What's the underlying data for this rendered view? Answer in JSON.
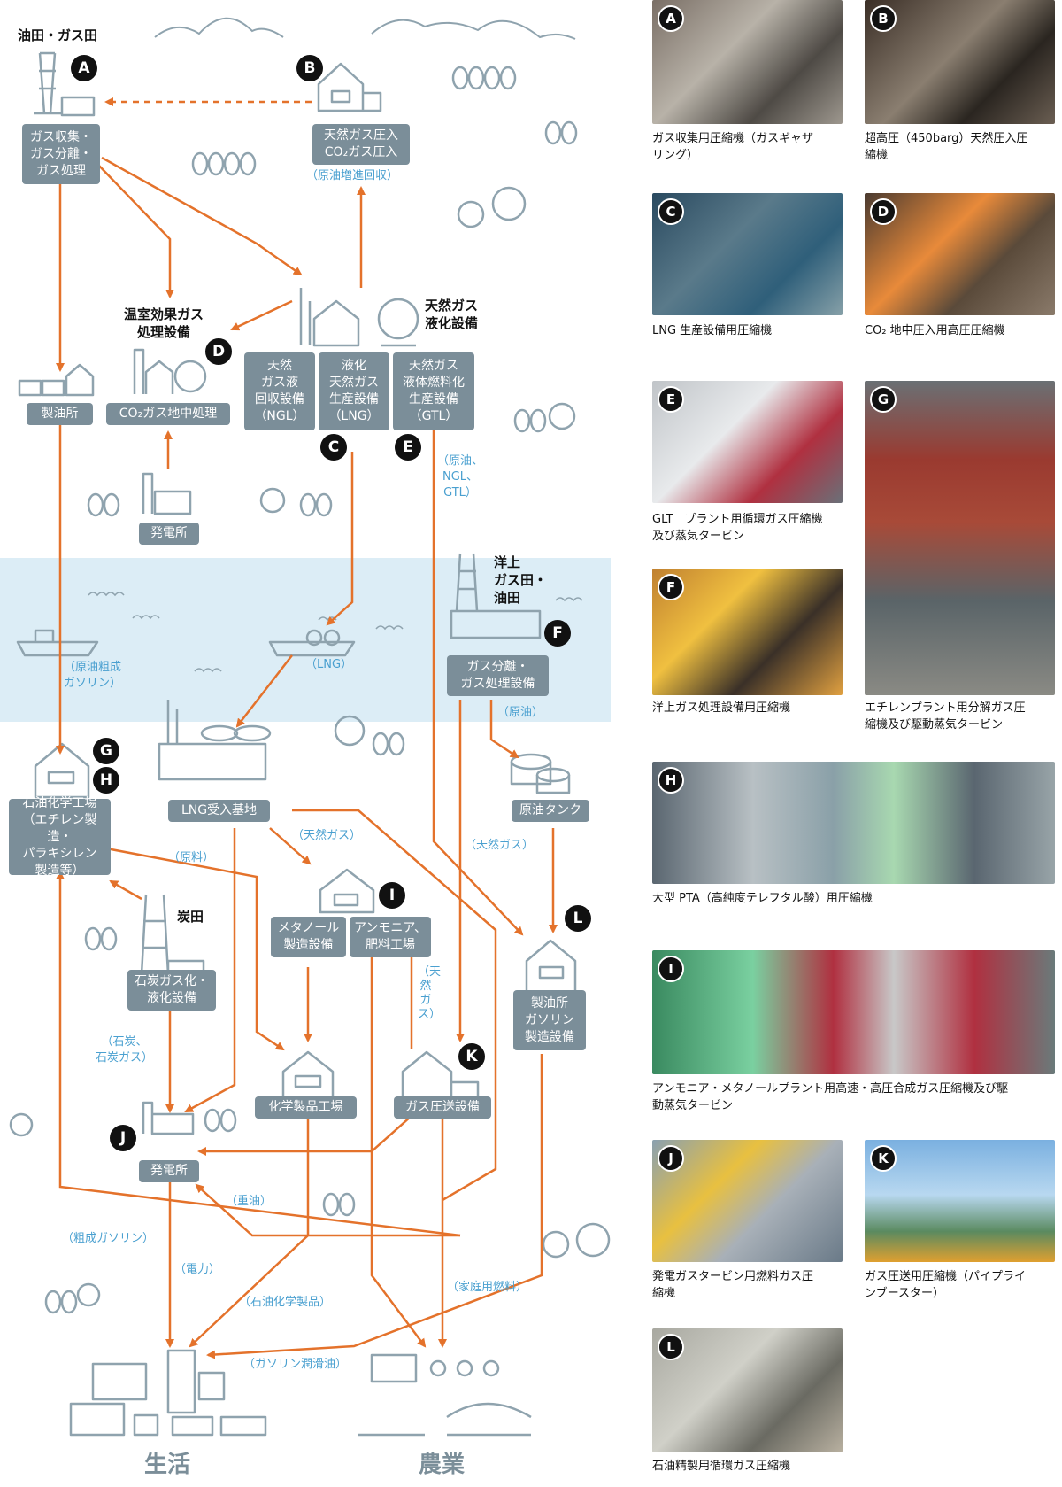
{
  "boxes": {
    "gas_process": "ガス収集・\nガス分離・\nガス処理",
    "injection": "天然ガス圧入\nCO₂ガス圧入",
    "ngl": "天然\nガス液\n回収設備\n（NGL）",
    "lng_prod": "液化\n天然ガス\n生産設備\n（LNG）",
    "gtl": "天然ガス\n液体燃料化\n生産設備\n（GTL）",
    "refinery_top": "製油所",
    "co2_storage": "CO₂ガス地中処理",
    "power_top": "発電所",
    "offshore_process": "ガス分離・\nガス処理設備",
    "petrochem": "石油化学工場\n（エチレン製造・\nパラキシレン\n製造等）",
    "lng_terminal": "LNG受入基地",
    "crude_tank": "原油タンク",
    "methanol": "メタノール\n製造設備",
    "ammonia": "アンモニア、\n肥料工場",
    "coal_gas": "石炭ガス化・\n液化設備",
    "refinery_bottom": "製油所\nガソリン\n製造設備",
    "chem_plant": "化学製品工場",
    "gas_transmission": "ガス圧送設備",
    "power_bottom": "発電所"
  },
  "labels": {
    "oilgas_field": "油田・ガス田",
    "ghg": "温室効果ガス\n処理設備",
    "lng_facility": "天然ガス\n液化設備",
    "offshore_field": "洋上\nガス田・\n油田",
    "coal_field": "炭田",
    "life": "生活",
    "agriculture": "農業"
  },
  "flows": {
    "eor": "（原油増進回収）",
    "crude_ngl_gtl": "（原油、\nNGL、\nGTL）",
    "crude_gasoline": "（原油粗成\nガソリン）",
    "lng": "（LNG）",
    "crude": "（原油）",
    "natgas1": "（天然ガス）",
    "natgas2": "（天然ガス）",
    "natgas_v": "（天然ガス）",
    "feedstock": "（原料）",
    "coal": "（石炭、\n石炭ガス）",
    "heavy_oil": "（重油）",
    "crude_gasoline2": "（粗成ガソリン）",
    "power": "（電力）",
    "petrochem_products": "（石油化学製品）",
    "household_fuel": "（家庭用燃料）",
    "gasoline_lube": "（ガソリン潤滑油）"
  },
  "photos": [
    {
      "id": "A",
      "caption": "ガス収集用圧縮機（ガスギャザ\nリング）"
    },
    {
      "id": "B",
      "caption": "超高圧（450barg）天然圧入圧\n縮機"
    },
    {
      "id": "C",
      "caption": "LNG 生産設備用圧縮機"
    },
    {
      "id": "D",
      "caption": "CO₂ 地中圧入用高圧圧縮機"
    },
    {
      "id": "E",
      "caption": "GLT　プラント用循環ガス圧縮機\n及び蒸気タービン"
    },
    {
      "id": "F",
      "caption": "洋上ガス処理設備用圧縮機"
    },
    {
      "id": "G",
      "caption": "エチレンプラント用分解ガス圧\n縮機及び駆動蒸気タービン"
    },
    {
      "id": "H",
      "caption": "大型 PTA（高純度テレフタル酸）用圧縮機"
    },
    {
      "id": "I",
      "caption": "アンモニア・メタノールプラント用高速・高圧合成ガス圧縮機及び駆\n動蒸気タービン"
    },
    {
      "id": "J",
      "caption": "発電ガスタービン用燃料ガス圧\n縮機"
    },
    {
      "id": "K",
      "caption": "ガス圧送用圧縮機（パイプライ\nンブースター）"
    },
    {
      "id": "L",
      "caption": "石油精製用循環ガス圧縮機"
    }
  ],
  "colors": {
    "arrow": "#e4722b",
    "box": "#7b8e99",
    "icon": "#8fa3ae",
    "sea": "#dcedf6",
    "flowtext": "#4aa0d0"
  }
}
